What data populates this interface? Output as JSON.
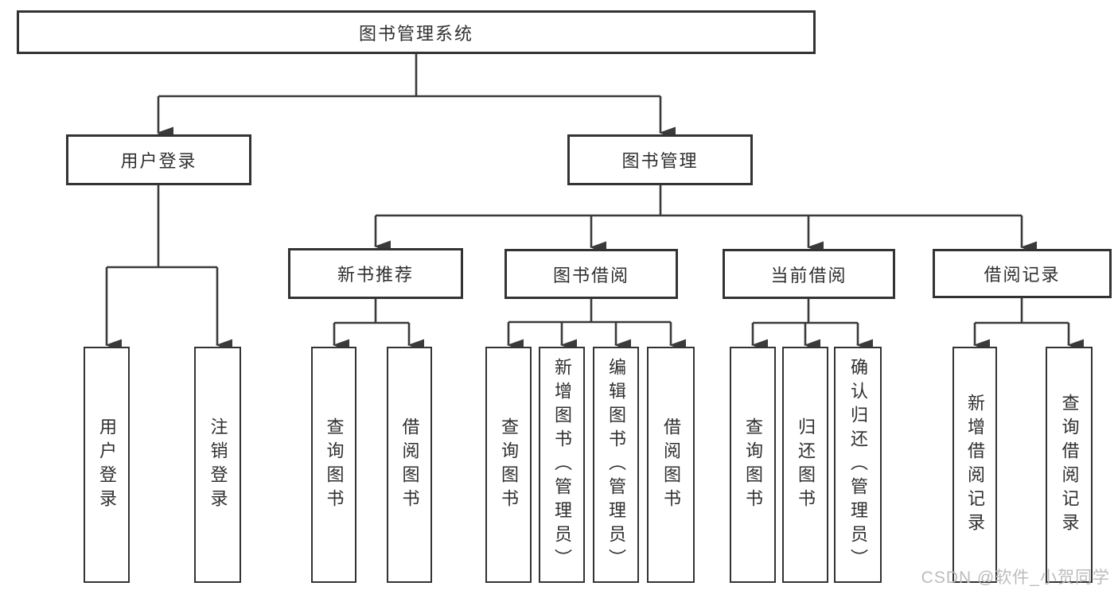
{
  "diagram": {
    "tree": {
      "label": "图书管理系统",
      "children": [
        {
          "label": "用户登录",
          "children": [
            {
              "label": "用户登录"
            },
            {
              "label": "注销登录"
            }
          ]
        },
        {
          "label": "图书管理",
          "children": [
            {
              "label": "新书推荐",
              "children": [
                {
                  "label": "查询图书"
                },
                {
                  "label": "借阅图书"
                }
              ]
            },
            {
              "label": "图书借阅",
              "children": [
                {
                  "label": "查询图书"
                },
                {
                  "label": "新增图书（管理员）"
                },
                {
                  "label": "编辑图书（管理员）"
                },
                {
                  "label": "借阅图书"
                }
              ]
            },
            {
              "label": "当前借阅",
              "children": [
                {
                  "label": "查询图书"
                },
                {
                  "label": "归还图书"
                },
                {
                  "label": "确认归还（管理员）"
                }
              ]
            },
            {
              "label": "借阅记录",
              "children": [
                {
                  "label": "新增借阅记录"
                },
                {
                  "label": "查询借阅记录"
                }
              ]
            }
          ]
        }
      ]
    },
    "colors": {
      "background": "#ffffff",
      "box_border": "#333333",
      "line": "#3a3a3a",
      "text": "#2f2f2f",
      "watermark": "#bcbcbc"
    }
  },
  "watermark": {
    "text": "CSDN @软件_小贺同学"
  }
}
